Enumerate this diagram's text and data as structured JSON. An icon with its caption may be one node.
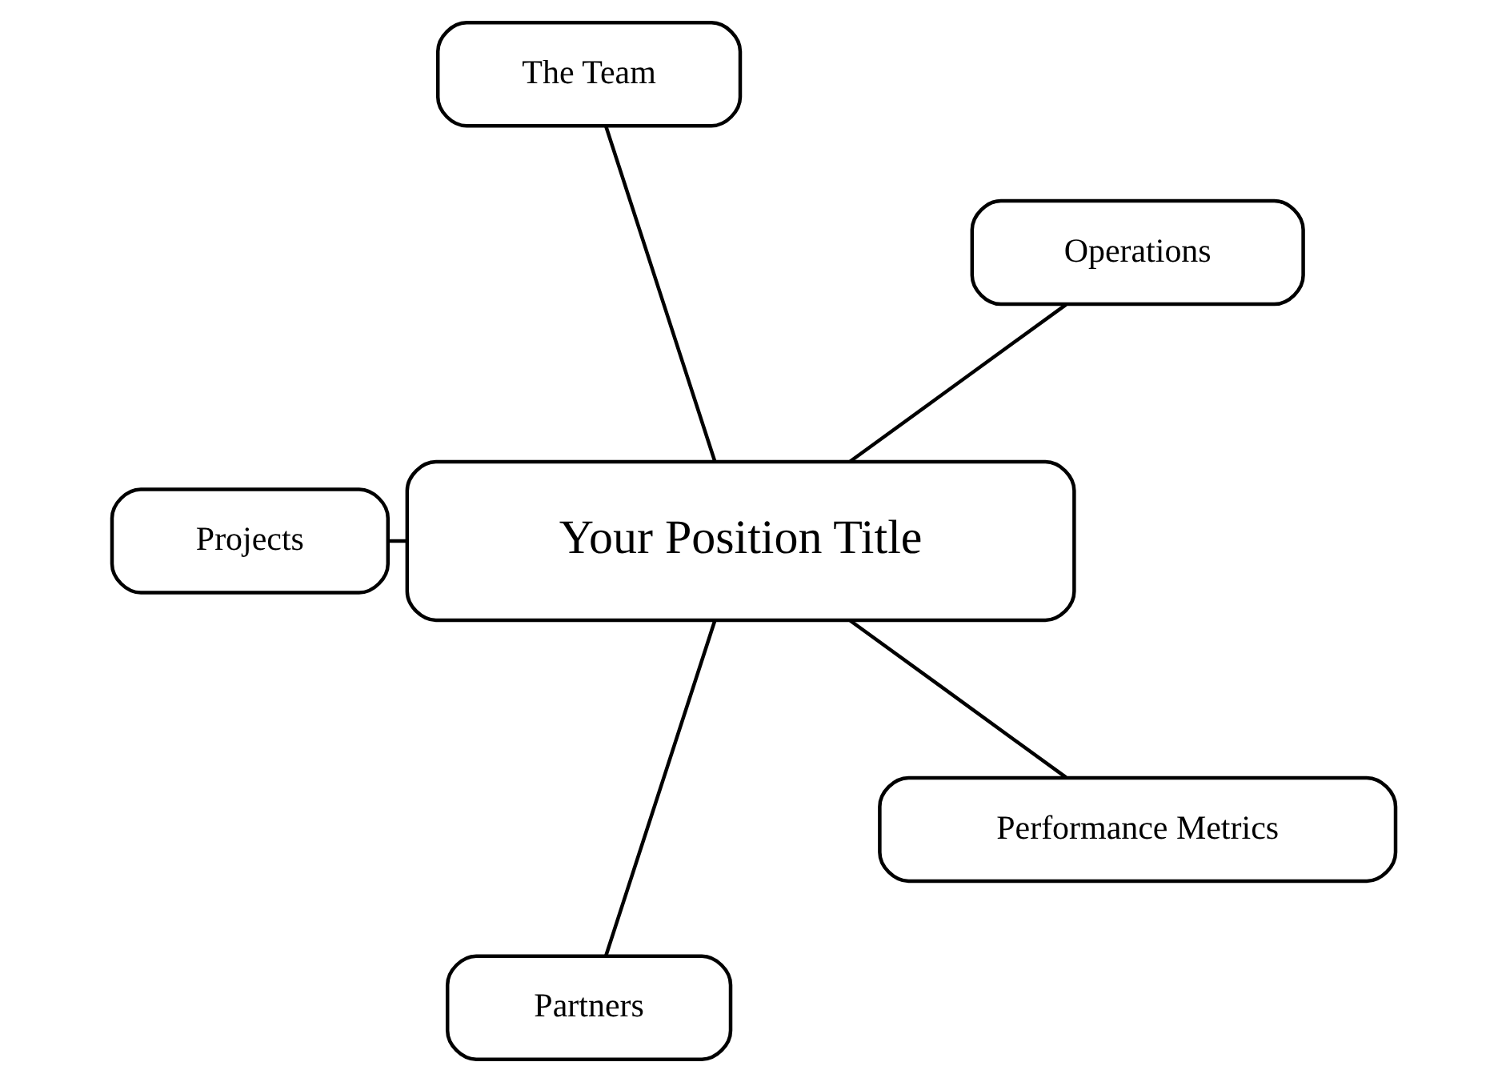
{
  "diagram": {
    "nodes": [
      {
        "text": [
          "Operations"
        ]
      },
      {
        "text": [
          "The Team"
        ]
      },
      {
        "text": [
          "Your Position Title"
        ]
      },
      {
        "text": [
          "Projects"
        ]
      },
      {
        "text": [
          "Partners"
        ]
      },
      {
        "text": [
          "Performance Metrics"
        ]
      }
    ],
    "edges": [
      {
        "from": 2,
        "to": 1,
        "arrow": "none"
      },
      {
        "from": 2,
        "to": 0,
        "arrow": "none"
      },
      {
        "from": 2,
        "to": 3,
        "arrow": "none"
      },
      {
        "from": 2,
        "to": 4,
        "arrow": "none"
      },
      {
        "from": 2,
        "to": 5,
        "arrow": "none"
      }
    ]
  }
}
